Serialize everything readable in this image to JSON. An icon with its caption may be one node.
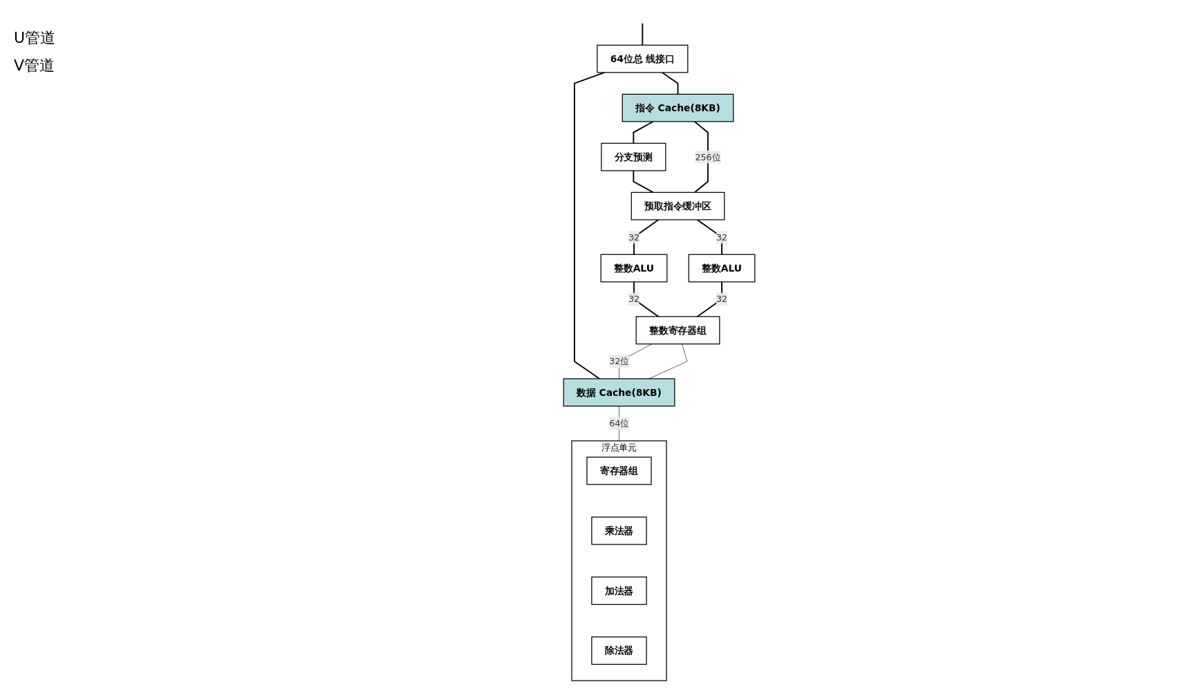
{
  "diagram": {
    "nodes": [
      {
        "text": [
          "指令 Cache(8KB)"
        ]
      },
      {
        "text": [
          "分支预测"
        ]
      },
      {
        "text": [
          "预取指令缓冲区"
        ]
      },
      {
        "text": [
          "64位总 线接口"
        ]
      },
      {
        "text": [
          "浮点单元"
        ]
      },
      {
        "text": [
          "寄存器组"
        ],
        "in": 4
      },
      {
        "text": [
          "乘法器"
        ],
        "in": 4
      },
      {
        "text": [
          "加法器"
        ],
        "in": 4
      },
      {
        "text": [
          "除法器"
        ],
        "in": 4
      },
      {
        "text": [
          "整数ALU"
        ]
      },
      {
        "text": [
          "整数ALU"
        ]
      },
      {
        "text": [
          "整数寄存器组"
        ]
      },
      {
        "text": [
          "数据 Cache(8KB)"
        ]
      }
    ],
    "edges": [
      {
        "from": null,
        "to": 3,
        "arrow": "none"
      },
      {
        "from": 3,
        "to": 0,
        "arrow": "none"
      },
      {
        "from": 3,
        "to": 12,
        "arrow": "none"
      },
      {
        "from": 0,
        "to": 1,
        "arrow": "none"
      },
      {
        "from": 1,
        "to": 2,
        "arrow": "none"
      },
      {
        "from": 0,
        "to": 2,
        "label": "256位",
        "arrow": "none"
      },
      {
        "from": 2,
        "to": 9,
        "label": "32",
        "arrow": "none"
      },
      {
        "from": 2,
        "to": 10,
        "label": "32",
        "arrow": "none"
      },
      {
        "from": 9,
        "to": 11,
        "label": "32",
        "arrow": "none"
      },
      {
        "from": 10,
        "to": 11,
        "label": "32",
        "arrow": "none"
      },
      {
        "from": 11,
        "to": 12,
        "label": "32位",
        "arrow": "none"
      },
      {
        "from": 11,
        "to": 12,
        "arrow": "none"
      },
      {
        "from": 12,
        "to": 4,
        "label": "64位",
        "arrow": "none"
      }
    ],
    "labels": [
      "U管道",
      "V管道"
    ]
  }
}
